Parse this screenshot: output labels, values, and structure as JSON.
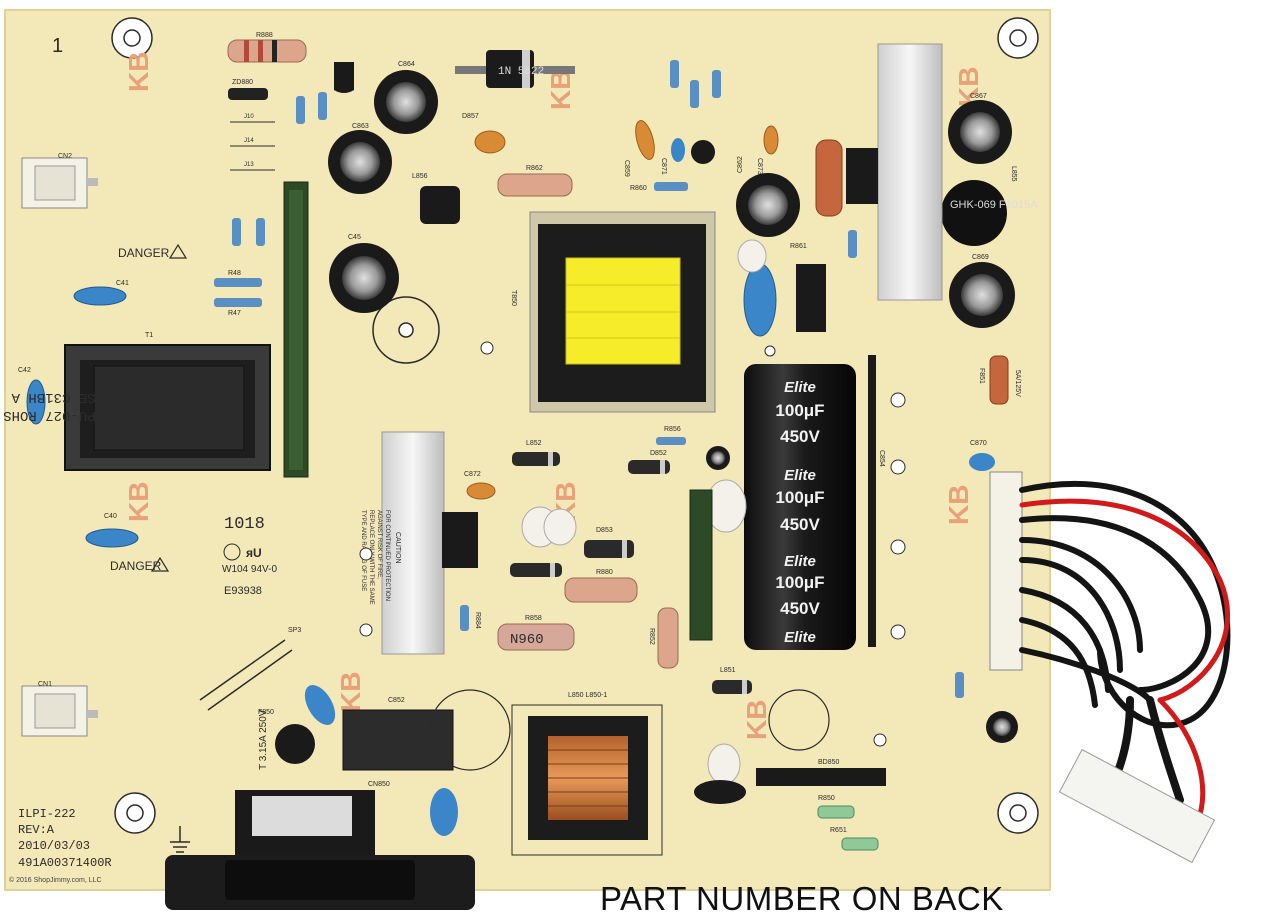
{
  "board": {
    "corner_number": "1",
    "model": "ILPI-222",
    "revision": "REV:A",
    "date": "2010/03/03",
    "part_code": "491A00371400R",
    "watermark": "KB",
    "danger_label_1": "DANGER",
    "danger_label_2": "DANGER",
    "cert_code": "W104 94V-0",
    "cert_number": "E93938",
    "date_stamp": "1018",
    "fuse_label": "T 3.15A 250V",
    "transformer_t1": "SPU-027 ROHS",
    "transformer_t1_sub": "LSE C31BH A",
    "transformer_t850": "T850",
    "caution_lines": [
      "CAUTION",
      "FOR CONTINUED PROTECTION",
      "AGAINST RISK OF FIRE,",
      "REPLACE ONLY WITH THE SAME",
      "TYPE AND RATING OF FUSE"
    ],
    "big_capacitor": {
      "brand": "Elite",
      "capacitance": "100μF",
      "voltage": "450V"
    },
    "labels": {
      "cn1": "CN1",
      "cn2": "CN2",
      "t1": "T1",
      "c41": "C41",
      "c40": "C40",
      "c42": "C42",
      "c45": "C45",
      "r48": "R48",
      "r47": "R47",
      "zd880": "ZD880",
      "r888": "R888",
      "j10": "J10",
      "j14": "J14",
      "j13": "J13",
      "c864": "C864",
      "c863": "C863",
      "d857": "D857",
      "r862": "R862",
      "l856": "L856",
      "c859": "C859",
      "c871": "C871",
      "r860": "R860",
      "c873": "C873",
      "c862": "C862",
      "r861": "R861",
      "c867": "C867",
      "l855": "L855",
      "l855_marking": "GHK-069 F1015A",
      "c869": "C869",
      "f851": "F851",
      "f851_marking": "5A/125V",
      "c870": "C870",
      "l852": "L852",
      "r856": "R856",
      "d852": "D852",
      "c872": "C872",
      "d853": "D853",
      "r880": "R880",
      "r884": "R884",
      "r858": "R858",
      "r858_marking": "N960",
      "r852": "R852",
      "c854": "C854",
      "l851": "L851",
      "l850": "L850 L850-1",
      "c852": "C852",
      "f850": "F850",
      "bd850": "BD850",
      "r850": "R850",
      "r651": "R651",
      "sp3": "SP3",
      "cn850": "CN850",
      "diode": "1N 5822"
    }
  },
  "photo_credit": "© 2016 ShopJimmy.com, LLC",
  "caption": "PART NUMBER ON BACK",
  "colors": {
    "pcb": "#f3e8b8",
    "pcb_edge": "#e6d89e",
    "capacitor_black": "#1c1c1c",
    "ceramic_blue": "#3a86c8",
    "ferrite_yellow": "#f7ec2a",
    "wire_red": "#d11a1a",
    "wire_black": "#141414",
    "silk": "#2b2b2b",
    "watermark": "#e8a178"
  }
}
